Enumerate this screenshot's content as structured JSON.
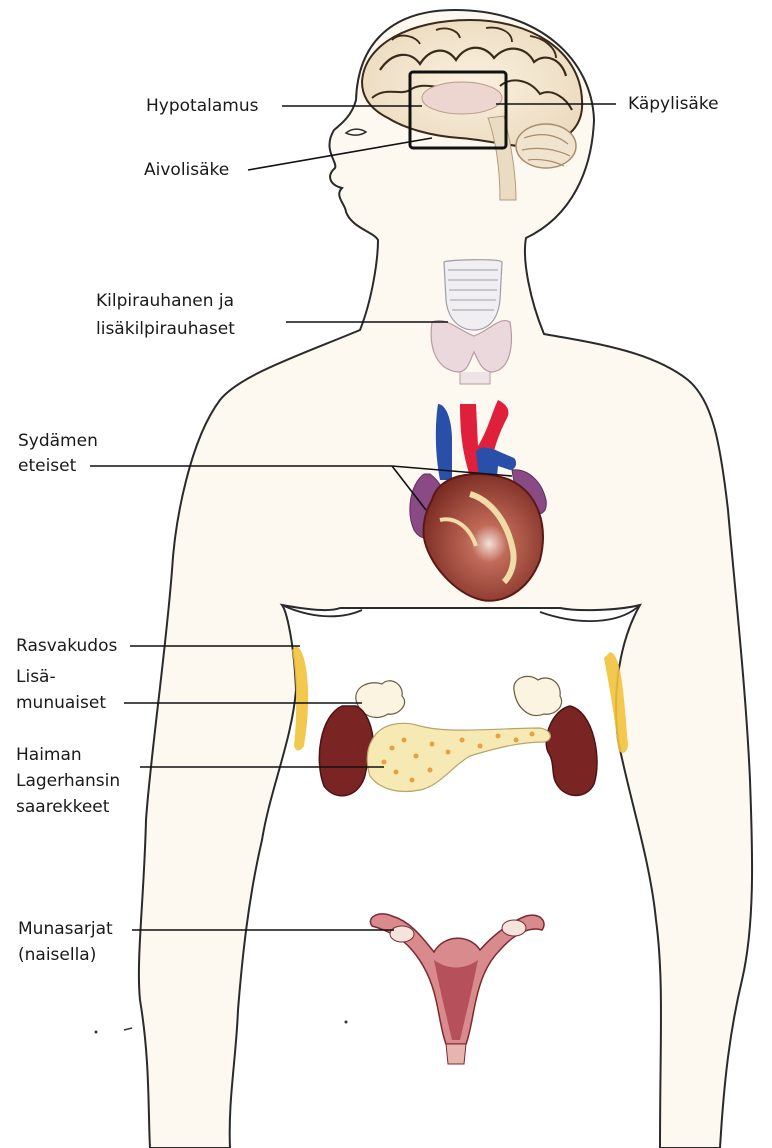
{
  "labels": {
    "hypotalamus": "Hypotalamus",
    "kapylisake": "Käpylisäke",
    "aivolisake": "Aivolisäke",
    "kilpi_1": "Kilpirauhanen ja",
    "kilpi_2": "lisäkilpirauhaset",
    "sydamen_1": "Sydämen",
    "sydamen_2": "eteiset",
    "rasvakudos": "Rasvakudos",
    "lisa_1": "Lisä-",
    "lisa_2": "munuaiset",
    "haiman_1": "Haiman",
    "haiman_2": "Lagerhansin",
    "haiman_3": "saarekkeet",
    "munasarjat_1": "Munasarjat",
    "munasarjat_2": "(naisella)"
  },
  "colors": {
    "outline": "#2a2a2a",
    "body_fill": "#fdf9f1",
    "heart_body": "#8f3b30",
    "artery_red": "#e0203a",
    "vein_blue": "#2a4fa8",
    "atrium_purple": "#8a4a86",
    "kidney": "#7a2424",
    "fat_yellow": "#f2c23c",
    "pancreas": "#f6e9b4",
    "thyroid": "#ead8dc",
    "uterus": "#b6505a"
  }
}
